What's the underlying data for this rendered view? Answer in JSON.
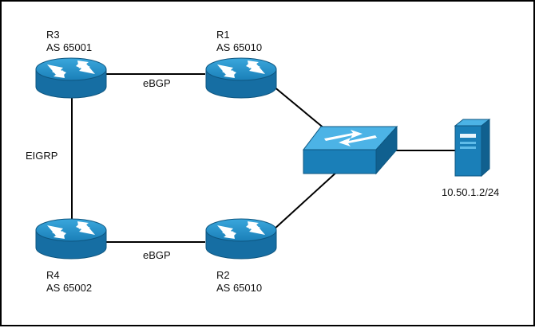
{
  "routers": {
    "r1": {
      "name": "R1",
      "as": "AS 65010"
    },
    "r2": {
      "name": "R2",
      "as": "AS 65010"
    },
    "r3": {
      "name": "R3",
      "as": "AS 65001"
    },
    "r4": {
      "name": "R4",
      "as": "AS 65002"
    }
  },
  "links": {
    "r3_r1": "eBGP",
    "r4_r2": "eBGP",
    "r3_r4": "EIGRP"
  },
  "server": {
    "ip": "10.50.1.2/24"
  },
  "colors": {
    "device_blue": "#1e8bc3",
    "device_dark": "#10608f",
    "line": "#000000"
  }
}
